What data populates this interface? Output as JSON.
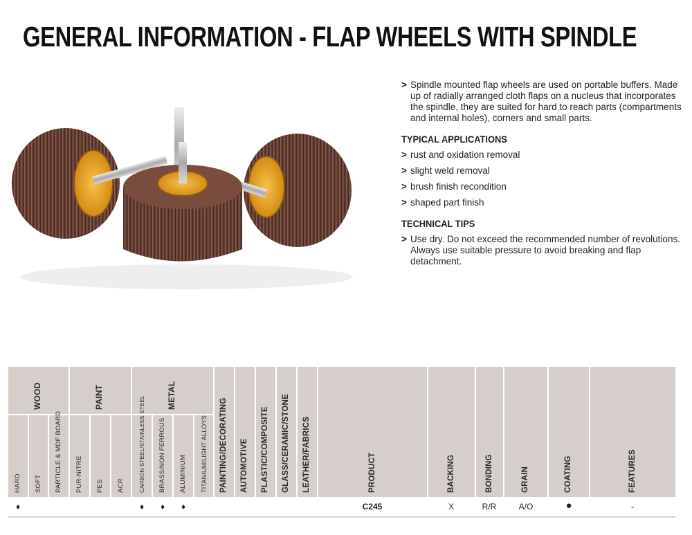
{
  "title": "GENERAL INFORMATION - FLAP WHEELS WITH SPINDLE",
  "description": "Spindle mounted flap wheels are used on portable buffers. Made up of radially arranged cloth flaps on a nucleus that incorporates the spindle, they are suited for hard to reach parts (compartments and internal holes), corners and small parts.",
  "bullet_symbol": ">",
  "typical_applications": {
    "heading": "TYPICAL APPLICATIONS",
    "items": [
      "rust and oxidation removal",
      "slight weld removal",
      "brush finish recondition",
      "shaped part finish"
    ]
  },
  "technical_tips": {
    "heading": "TECHNICAL TIPS",
    "text": "Use dry. Do not exceed the recommended number of revolutions. Always use suitable pressure to avoid breaking and flap detachment."
  },
  "table": {
    "groups": {
      "wood": "WOOD",
      "paint": "PAINT",
      "metal": "METAL"
    },
    "columns": {
      "hard": "HARD",
      "soft": "SOFT",
      "particle": "PARTICLE & MDF BOARD",
      "pur": "PUR-NITRE",
      "pes": "PES",
      "acr": "ACR",
      "carbon": "CARBON STEEL/STAINLESS STEEL",
      "brass": "BRASS/NON FERROUS",
      "aluminium": "ALUMINIUM",
      "titanium": "TITANIUM/LIGHT ALLOYS",
      "painting": "PAINTING/DECORATING",
      "automotive": "AUTOMOTIVE",
      "plastic": "PLASTIC/COMPOSITE",
      "glass": "GLASS/CERAMIC/STONE",
      "leather": "LEATHER/FABRICS",
      "product": "PRODUCT",
      "backing": "BACKING",
      "bonding": "BONDING",
      "grain": "GRAIN",
      "coating": "COATING",
      "features": "FEATURES"
    },
    "row": {
      "hard": "♦",
      "carbon": "♦",
      "brass": "♦",
      "aluminium": "♦",
      "product": "C245",
      "backing": "X",
      "bonding": "R/R",
      "grain": "A/O",
      "coating": "●",
      "features": "-"
    }
  }
}
